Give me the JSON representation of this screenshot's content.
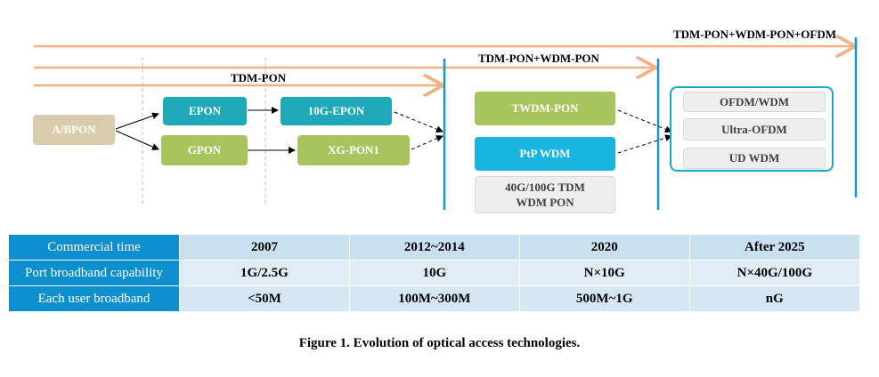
{
  "colors": {
    "teal": "#1ea8b8",
    "green": "#a8c45c",
    "beige": "#d9ccac",
    "cyan": "#17b5e0",
    "orange": "#f4b183",
    "blue_line": "#1696c8",
    "table_header": "#0d8fcf"
  },
  "phases": {
    "tdm_pon": "TDM-PON",
    "tdm_wdm_pon": "TDM-PON+WDM-PON",
    "tdm_wdm_ofdm": "TDM-PON+WDM-PON+OFDM"
  },
  "nodes": {
    "abpon": "A/BPON",
    "epon": "EPON",
    "gpon": "GPON",
    "epon10g": "10G-EPON",
    "xgpon1": "XG-PON1",
    "twdm_pon": "TWDM-PON",
    "ptp_wdm": "PtP WDM",
    "tdm_40g_100g_line1": "40G/100G TDM",
    "tdm_40g_100g_line2": "WDM  PON",
    "ofdm_wdm": "OFDM/WDM",
    "ultra_ofdm": "Ultra-OFDM",
    "ud_wdm": "UD WDM"
  },
  "table": {
    "rows": [
      {
        "header": "Commercial time",
        "values": [
          "2007",
          "2012~2014",
          "2020",
          "After 2025"
        ]
      },
      {
        "header": "Port broadband capability",
        "values": [
          "1G/2.5G",
          "10G",
          "N×10G",
          "N×40G/100G"
        ]
      },
      {
        "header": "Each user broadband",
        "values": [
          "<50M",
          "100M~300M",
          "500M~1G",
          "nG"
        ]
      }
    ]
  },
  "caption": "Figure 1. Evolution of optical access technologies."
}
